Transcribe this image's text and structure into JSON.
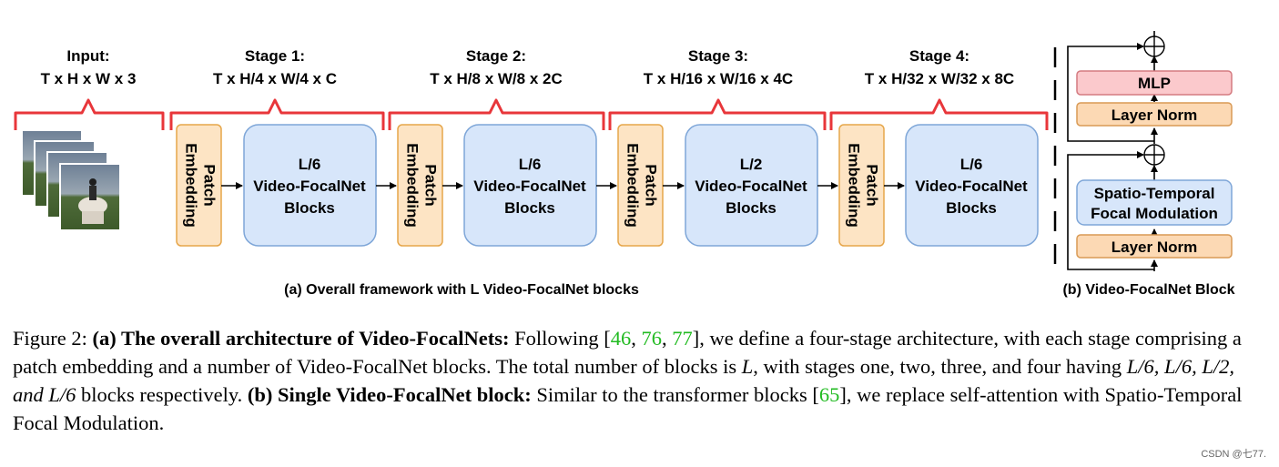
{
  "figure": {
    "stages": [
      {
        "title": "Input:",
        "dims": "T x H x W x 3"
      },
      {
        "title": "Stage 1:",
        "dims": "T x H/4 x W/4 x C",
        "patch_line1": "Patch",
        "patch_line2": "Embedding",
        "block_line1": "L/6",
        "block_line2": "Video-FocalNet",
        "block_line3": "Blocks"
      },
      {
        "title": "Stage 2:",
        "dims": "T x H/8 x W/8 x 2C",
        "patch_line1": "Patch",
        "patch_line2": "Embedding",
        "block_line1": "L/6",
        "block_line2": "Video-FocalNet",
        "block_line3": "Blocks"
      },
      {
        "title": "Stage 3:",
        "dims": "T x H/16 x W/16 x 4C",
        "patch_line1": "Patch",
        "patch_line2": "Embedding",
        "block_line1": "L/2",
        "block_line2": "Video-FocalNet",
        "block_line3": "Blocks"
      },
      {
        "title": "Stage 4:",
        "dims": "T x H/32 x W/32 x 8C",
        "patch_line1": "Patch",
        "patch_line2": "Embedding",
        "block_line1": "L/6",
        "block_line2": "Video-FocalNet",
        "block_line3": "Blocks"
      }
    ],
    "subcaption_a": "(a) Overall framework with L Video-FocalNet blocks",
    "subcaption_b": "(b) Video-FocalNet Block",
    "block_detail": {
      "mlp": "MLP",
      "layer_norm_top": "Layer Norm",
      "stfm_line1": "Spatio-Temporal",
      "stfm_line2": "Focal Modulation",
      "layer_norm_bottom": "Layer Norm"
    },
    "colors": {
      "bracket": "#e8363a",
      "patch_fill": "#fde4c4",
      "patch_stroke": "#e6a64a",
      "block_fill": "#d7e6fa",
      "block_stroke": "#7ea6d8",
      "mlp_fill": "#fbc9cc",
      "mlp_stroke": "#d47a80",
      "norm_fill": "#fcd9b4",
      "norm_stroke": "#d99a55"
    }
  },
  "caption": {
    "label": "Figure 2:",
    "bold_a": "(a) The overall architecture of Video-FocalNets:",
    "text1": "Following [",
    "refs_a": [
      "46",
      "76",
      "77"
    ],
    "text2": "], we define a four-stage architecture, with each stage comprising a patch embedding and a number of Video-FocalNet blocks. The total number of blocks is",
    "L": "L",
    "text3": ", with stages one, two, three, and four having",
    "blocks_expr": "L/6, L/6, L/2, and L/6",
    "text4": "blocks respectively.",
    "bold_b": "(b) Single Video-FocalNet block:",
    "text5": "Similar to the transformer blocks [",
    "ref_b": "65",
    "text6": "], we replace self-attention with Spatio-Temporal Focal Modulation."
  },
  "watermark": "CSDN @七77."
}
